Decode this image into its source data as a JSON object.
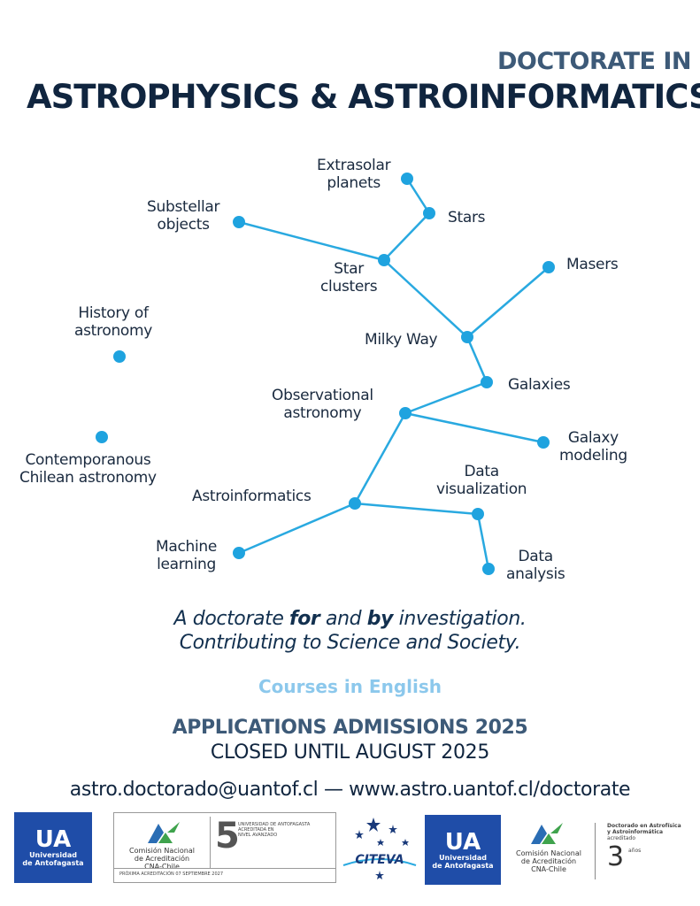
{
  "header": {
    "subtitle": "DOCTORATE IN",
    "title": "ASTROPHYSICS & ASTROINFORMATICS"
  },
  "diagram": {
    "nodes": {
      "extrasolar": "Extrasolar\nplanets",
      "stars": "Stars",
      "substellar": "Substellar\nobjects",
      "star_clusters": "Star\nclusters",
      "masers": "Masers",
      "history": "History of\nastronomy",
      "milky_way": "Milky Way",
      "galaxies": "Galaxies",
      "observational": "Observational\nastronomy",
      "galaxy_modeling": "Galaxy\nmodeling",
      "contemporaneous": "Contemporanous\nChilean astronomy",
      "data_visualization": "Data\nvisualization",
      "astroinformatics": "Astroinformatics",
      "machine_learning": "Machine\nlearning",
      "data_analysis": "Data\nanalysis"
    },
    "colors": {
      "line": "#29a9e0",
      "dot": "#1fa3df"
    }
  },
  "tagline": {
    "line1_a": "A doctorate ",
    "line1_for": "for",
    "line1_b": " and ",
    "line1_by": "by",
    "line1_c": " investigation.",
    "line2": "Contributing to Science and Society."
  },
  "courses": "Courses in English",
  "applications": {
    "line1": "APPLICATIONS ADMISSIONS 2025",
    "line2": "CLOSED UNTIL AUGUST 2025"
  },
  "contact": "astro.doctorado@uantof.cl — www.astro.uantof.cl/doctorate",
  "logos": {
    "ua": {
      "big": "UA",
      "small1": "Universidad",
      "small2": "de Antofagasta"
    },
    "cna": {
      "name1": "Comisión Nacional",
      "name2": "de Acreditación",
      "name3": "CNA-Chile",
      "years": "5",
      "acc1": "UNIVERSIDAD DE ANTOFAGASTA",
      "acc2": "ACREDITADA EN",
      "acc3": "NIVEL AVANZADO",
      "next": "PRÓXIMA ACREDITACIÓN 07 SEPTIEMBRE 2027"
    },
    "citeva": "CITEVA",
    "program": {
      "title1": "Doctorado en Astrofísica",
      "title2": "y Astroinformática",
      "title3": "acreditado",
      "years": "3",
      "years_label": "años"
    }
  }
}
